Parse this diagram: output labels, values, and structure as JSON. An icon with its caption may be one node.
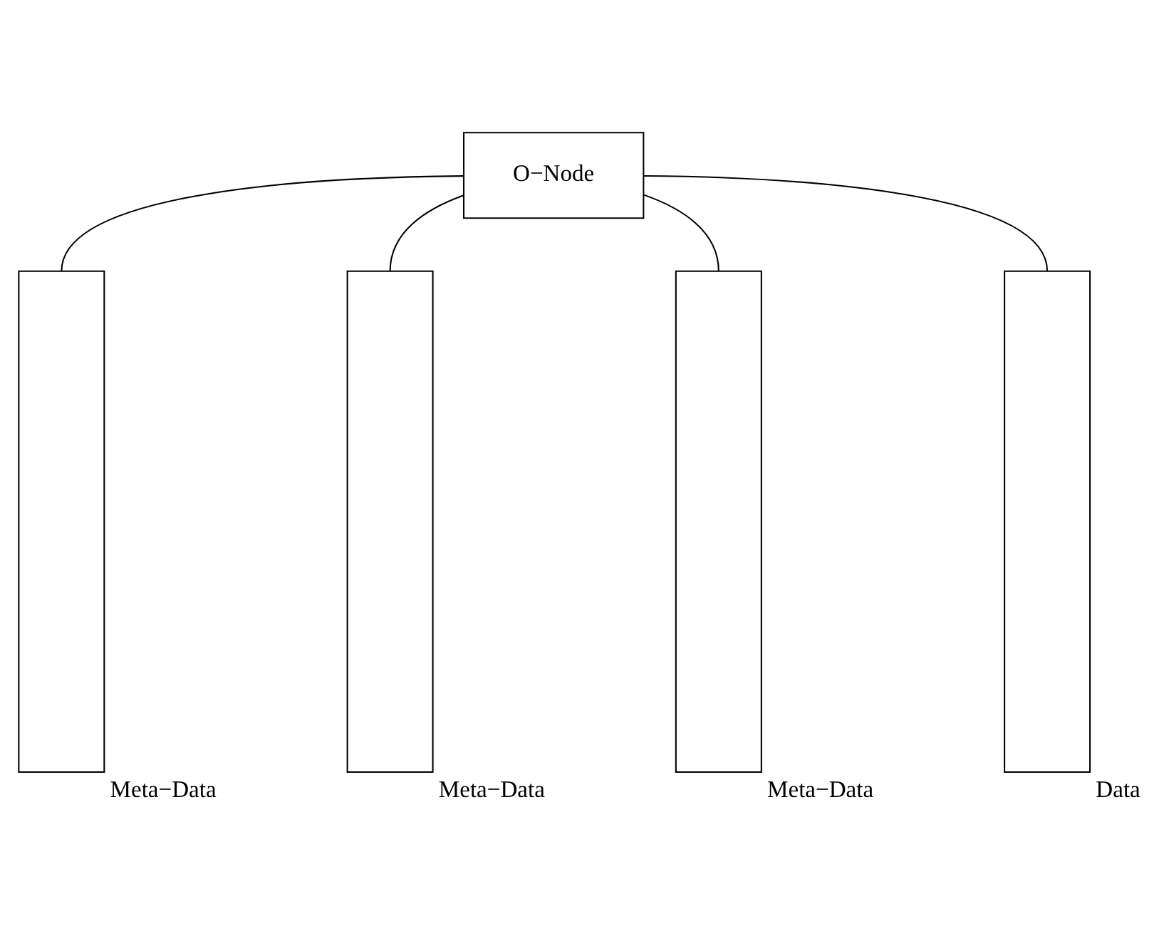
{
  "diagram": {
    "nodes": [
      {
        "text": [
          "O−Node"
        ]
      },
      {
        "text": [],
        "shape": "bar",
        "beside": [
          "Meta−Data"
        ]
      },
      {
        "text": [],
        "shape": "bar",
        "beside": [
          "Meta−Data"
        ]
      },
      {
        "text": [],
        "shape": "bar",
        "beside": [
          "Meta−Data"
        ]
      },
      {
        "text": [],
        "shape": "bar",
        "beside": [
          "Data"
        ]
      }
    ],
    "edges": [
      {
        "from": 0,
        "to": 1,
        "arrow": "none"
      },
      {
        "from": 0,
        "to": 2,
        "arrow": "none"
      },
      {
        "from": 0,
        "to": 3,
        "arrow": "none"
      },
      {
        "from": 0,
        "to": 4,
        "arrow": "none"
      }
    ]
  }
}
